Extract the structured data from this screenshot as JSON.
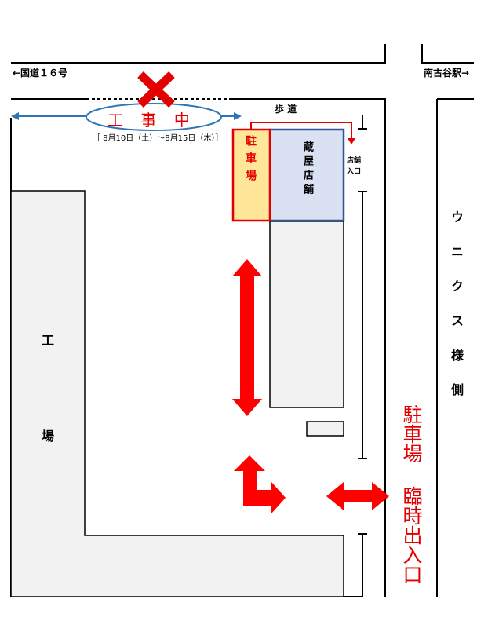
{
  "labels": {
    "route16": "←国道１６号",
    "station": "南古谷駅→",
    "sidewalk": "歩 道",
    "construction": "工 事 中",
    "period": "［ 8月10日（土）～8月15日（木）］",
    "parking_small": "駐車場",
    "store": "蔵屋店舗",
    "store_entrance": "店舗入口",
    "factory_top": "工",
    "factory_bottom": "場",
    "temp_entrance": "駐車場 臨時出入口",
    "neighbor": "ウニクス様側"
  },
  "colors": {
    "road_line": "#000000",
    "building_fill": "#f2f2f2",
    "parking_fill": "#ffe699",
    "parking_border": "#e30000",
    "store_fill": "#d9e1f2",
    "store_border": "#2f5597",
    "arrow_red": "#ff0000",
    "blue_line": "#2e75b6",
    "cross_red": "#e30000"
  },
  "icons": {
    "closed_mark": "x-cross-icon",
    "direction_arrows": "red-arrow-icon"
  }
}
